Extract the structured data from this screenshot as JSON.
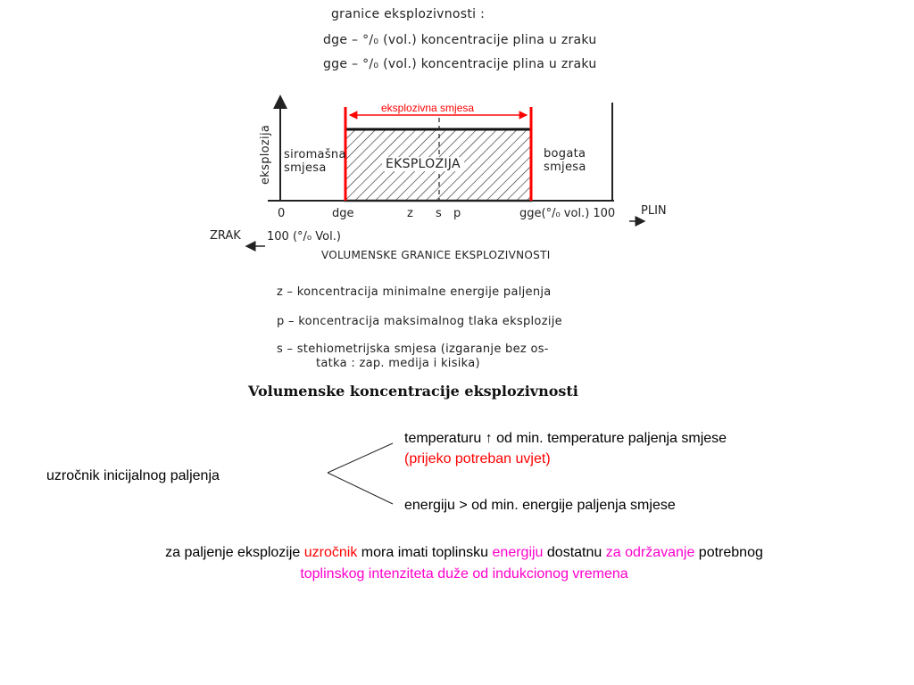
{
  "header": {
    "title": "granice eksplozivnosti :",
    "dge_def": "dge – °/₀ (vol.) koncentracije plina u zraku",
    "gge_def": "gge – °/₀ (vol.) koncentracije plina u zraku"
  },
  "diagram": {
    "explosive_range_label": "eksplozivna smjesa",
    "y_axis_label": "eksplozija",
    "lean_mixture": [
      "siromašna",
      "smjesa"
    ],
    "explosion_label": "EKSPLOZIJA",
    "rich_mixture": [
      "bogata",
      "smjesa"
    ],
    "x_ticks": {
      "zero": "0",
      "dge": "dge",
      "z": "z",
      "s": "s",
      "p": "p",
      "gge": "gge(°/₀ vol.) 100"
    },
    "plin_label": "PLIN",
    "zrak_label": "ZRAK",
    "zrak_scale": "100 (°/₀ Vol.)",
    "section_title": "VOLUMENSKE GRANICE EKSPLOZIVNOSTI",
    "colors": {
      "limit_lines": "#ff0000",
      "ink": "#222222"
    }
  },
  "legend": {
    "z": "z – koncentracija minimalne energije paljenja",
    "p": "p – koncentracija maksimalnog tlaka eksplozije",
    "s_line1": "s – stehiometrijska smjesa (izgaranje bez os-",
    "s_line2": "tatka : zap. medija i kisika)"
  },
  "caption": "Volumenske koncentracije eksplozivnosti",
  "ignition": {
    "source_label": "uzročnik inicijalnog paljenja",
    "branch1_line1": "temperaturu ↑ od min. temperature paljenja smjese",
    "branch1_line2": "(prijeko potreban uvjet)",
    "branch2": "energiju > od min. energije paljenja smjese"
  },
  "conclusion": {
    "p1": "za paljenje eksplozije ",
    "p2": "uzročnik",
    "p3": " mora imati toplinsku ",
    "p4": "energiju",
    "p5": " dostatnu ",
    "p6": "za održavanje",
    "p7": " potrebnog ",
    "p8": "toplinskog intenziteta duže od indukcionog vremena"
  }
}
